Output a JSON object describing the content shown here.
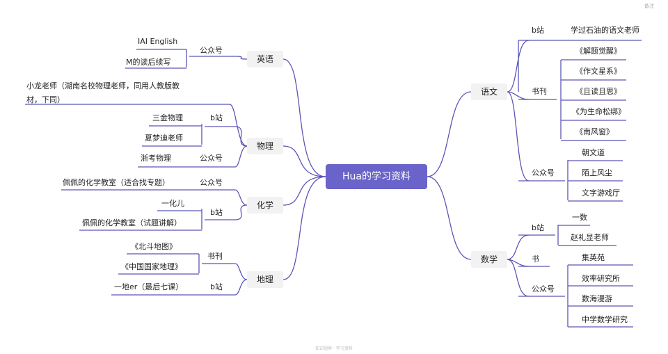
{
  "title": "Hua的学习资料",
  "topics": {
    "yingyu": "英语",
    "wuli": "物理",
    "huaxue": "化学",
    "dili": "地理",
    "yuwen": "语文",
    "shuxue": "数学"
  },
  "yingyu": {
    "gzh": "公众号",
    "items": [
      "IAI English",
      "M的读后续写"
    ]
  },
  "wuli": {
    "top_note": "小龙老师（湖南名校物理老师，同用人教版教材，下同）",
    "bz": "b站",
    "bz_items": [
      "三金物理",
      "夏梦迪老师"
    ],
    "gzh": "公众号",
    "gzh_items": [
      "浙考物理"
    ]
  },
  "huaxue": {
    "gzh": "公众号",
    "gzh_items": [
      "佩佩的化学教室（适合找专题）"
    ],
    "bz": "b站",
    "bz_items": [
      "一化儿",
      "佩佩的化学教室（试题讲解）"
    ]
  },
  "dili": {
    "sk": "书刊",
    "sk_items": [
      "《北斗地图》",
      "《中国国家地理》"
    ],
    "bz": "b站",
    "bz_items": [
      "一地er（最后七课）"
    ]
  },
  "yuwen": {
    "bz": "b站",
    "bz_items": [
      "学过石油的语文老师"
    ],
    "sk": "书刊",
    "sk_items": [
      "《解题觉醒》",
      "《作文星系》",
      "《且读且思》",
      "《为生命松绑》",
      "《南风窗》"
    ],
    "gzh": "公众号",
    "gzh_items": [
      "朝文道",
      "陌上风尘",
      "文字游戏厅"
    ]
  },
  "shuxue": {
    "bz": "b站",
    "bz_items": [
      "一数",
      "赵礼显老师"
    ],
    "shu": "书",
    "shu_items": [],
    "gzh": "公众号",
    "gzh_items": [
      "集英苑",
      "效率研究所",
      "数海漫游",
      "中学数学研究"
    ]
  },
  "corner_label": "备注",
  "watermark": "知识视界 · 学习资料",
  "line_color": "#5b56b5"
}
